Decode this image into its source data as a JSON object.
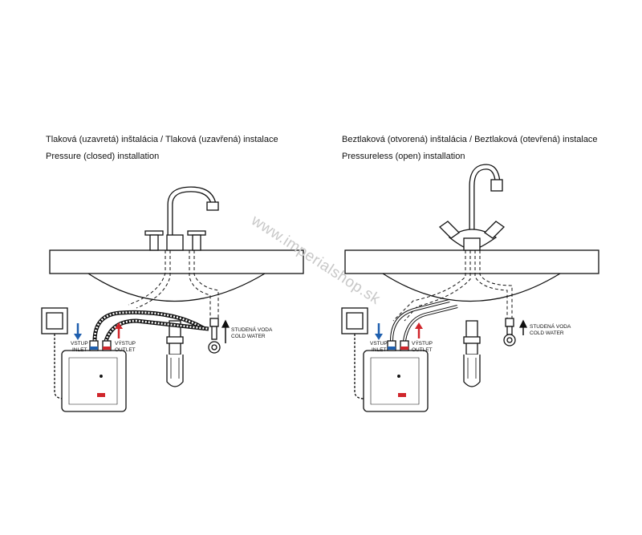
{
  "left": {
    "title_line1": "Tlaková (uzavretá) inštalácia  /  Tlaková (uzavřená) instalace",
    "title_line2": "Pressure (closed) installation",
    "inlet_label_1": "VSTUP",
    "inlet_label_2": "INLET",
    "outlet_label_1": "VÝSTUP",
    "outlet_label_2": "OUTLET",
    "cold_label_1": "STUDENÁ VODA",
    "cold_label_2": "COLD WATER"
  },
  "right": {
    "title_line1": "Beztlaková (otvorená) inštalácia  /  Beztlaková (otevřená) instalace",
    "title_line2": "Pressureless (open) installation",
    "inlet_label_1": "VSTUP",
    "inlet_label_2": "INLET",
    "outlet_label_1": "VÝSTUP",
    "outlet_label_2": "OUTLET",
    "cold_label_1": "STUDENÁ VODA",
    "cold_label_2": "COLD WATER"
  },
  "watermark": "www.imperialshop.sk",
  "colors": {
    "inlet_arrow": "#1f5fae",
    "outlet_arrow": "#d0262c",
    "line": "#111111"
  }
}
